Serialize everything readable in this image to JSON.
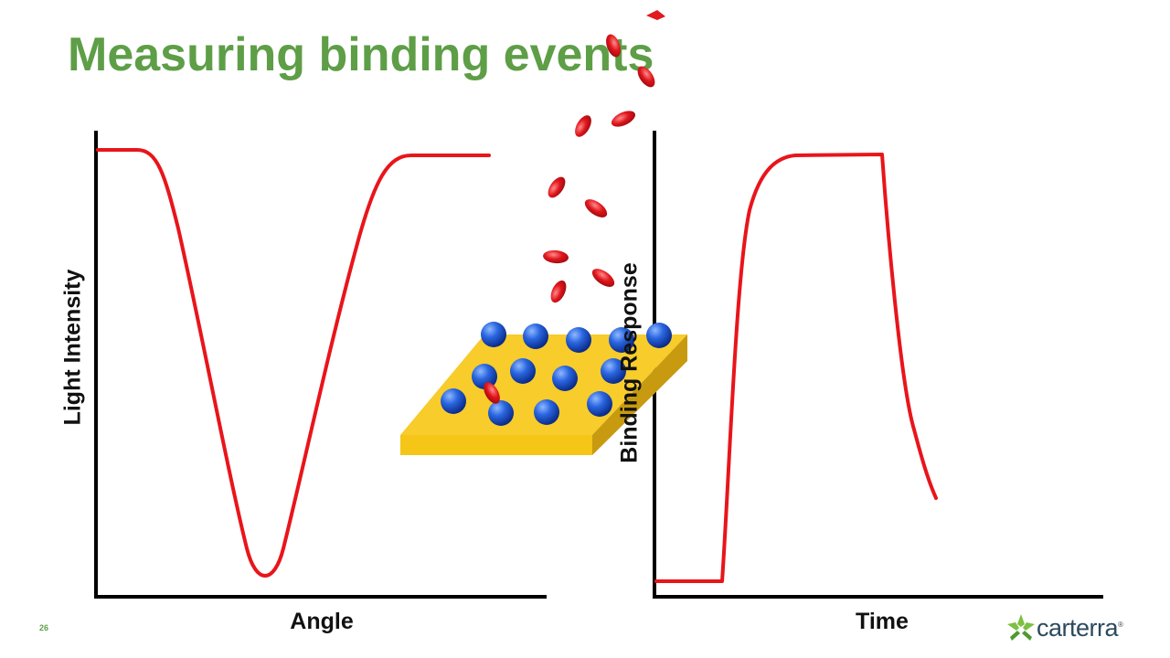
{
  "slide": {
    "title": "Measuring binding events",
    "number": "26"
  },
  "left_plot": {
    "xlabel": "Angle",
    "ylabel": "Light Intensity"
  },
  "right_plot": {
    "xlabel": "Time",
    "ylabel": "Binding Response"
  },
  "logo": {
    "text": "carterra",
    "mark": "®"
  },
  "colors": {
    "title": "#5e9e47",
    "curve": "#e8151b",
    "chip": "#f5c518",
    "ligand": "#1f5fd8",
    "analyte": "#e01a1f"
  }
}
